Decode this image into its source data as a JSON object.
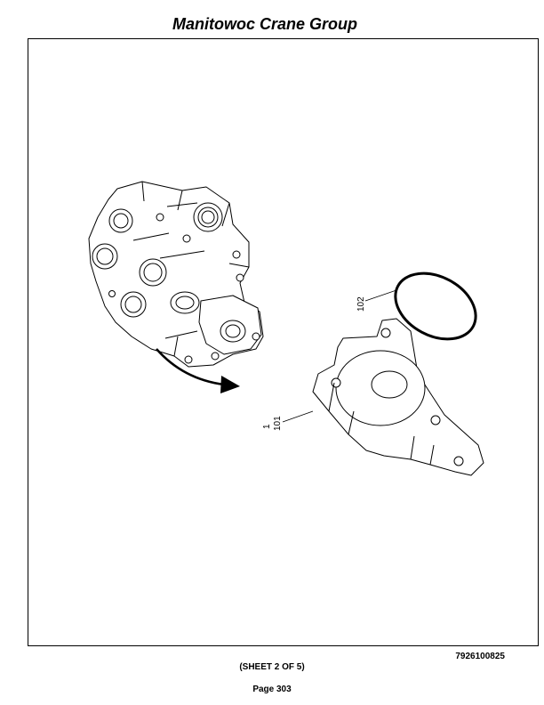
{
  "header": {
    "title": "Manitowoc Crane Group"
  },
  "drawing": {
    "callouts": {
      "part_101_a": "1",
      "part_101_b": "101",
      "part_102": "102"
    }
  },
  "footer": {
    "drawing_number": "7926100825",
    "sheet": "(SHEET 2 OF 5)",
    "page": "Page 303"
  }
}
